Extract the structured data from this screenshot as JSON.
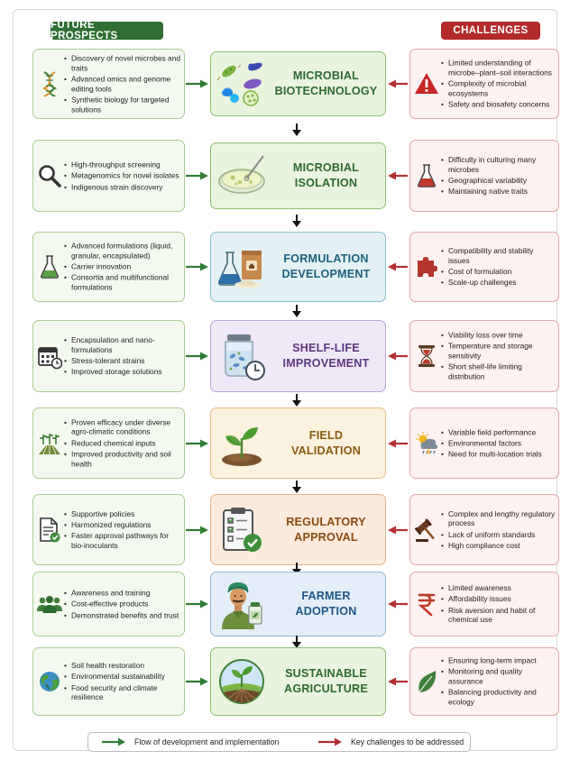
{
  "headers": {
    "left": "FUTURE PROSPECTS",
    "right": "CHALLENGES"
  },
  "colors": {
    "flow_arrow": "#2f7d32",
    "challenge_arrow": "#b23030",
    "left_border": "#a9cc92",
    "right_border": "#e4a7a7"
  },
  "rows": [
    {
      "title": [
        "MICROBIAL",
        "BIOTECHNOLOGY"
      ],
      "title_color": "#2d6a30",
      "bg": "#e9f4de",
      "border": "#8fbf73",
      "center_icon": "microbes-icon",
      "left_icon": "dna-icon",
      "right_icon": "warning-icon",
      "prospects": [
        "Discovery of novel microbes and traits",
        "Advanced omics and genome editing tools",
        "Synthetic biology for targeted solutions"
      ],
      "challenges": [
        "Limited understanding of microbe–plant–soil interactions",
        "Complexity of microbial ecosystems",
        "Safety and biosafety concerns"
      ]
    },
    {
      "title": [
        "MICROBIAL",
        "ISOLATION"
      ],
      "title_color": "#2d6a30",
      "bg": "#e9f4de",
      "border": "#8fbf73",
      "center_icon": "petri-dish-icon",
      "left_icon": "magnifier-icon",
      "right_icon": "flask-icon",
      "prospects": [
        "High-throughput screening",
        "Metagenomics for novel isolates",
        "Indigenous strain discovery"
      ],
      "challenges": [
        "Difficulty in culturing many microbes",
        "Geographical variability",
        "Maintaining native traits"
      ]
    },
    {
      "title": [
        "FORMULATION",
        "DEVELOPMENT"
      ],
      "title_color": "#1d5f7c",
      "bg": "#e3f1f4",
      "border": "#8cbfcc",
      "center_icon": "formulation-icon",
      "left_icon": "flask-icon",
      "right_icon": "puzzle-icon",
      "prospects": [
        "Advanced formulations (liquid, granular, encapsulated)",
        "Carrier innovation",
        "Consortia and multifunctional formulations"
      ],
      "challenges": [
        "Compatibility and stability issues",
        "Cost of formulation",
        "Scale-up challenges"
      ]
    },
    {
      "title": [
        "SHELF-LIFE",
        "IMPROVEMENT"
      ],
      "title_color": "#5a3880",
      "bg": "#efe8f6",
      "border": "#b9a3d3",
      "center_icon": "jar-clock-icon",
      "left_icon": "calendar-icon",
      "right_icon": "hourglass-icon",
      "prospects": [
        "Encapsulation and nano-formulations",
        "Stress-tolerant strains",
        "Improved storage solutions"
      ],
      "challenges": [
        "Viability loss over time",
        "Temperature and storage sensitivity",
        "Short shelf-life limiting distribution"
      ]
    },
    {
      "title": [
        "FIELD",
        "VALIDATION"
      ],
      "title_color": "#8a5a12",
      "bg": "#fbf1df",
      "border": "#e2c083",
      "center_icon": "seedling-icon",
      "left_icon": "crops-icon",
      "right_icon": "weather-icon",
      "prospects": [
        "Proven efficacy under diverse agro-climatic conditions",
        "Reduced chemical inputs",
        "Improved productivity and soil health"
      ],
      "challenges": [
        "Variable field performance",
        "Environmental factors",
        "Need for multi-location trials"
      ]
    },
    {
      "title": [
        "REGULATORY",
        "APPROVAL"
      ],
      "title_color": "#8a4a12",
      "bg": "#fcebdc",
      "border": "#e6b387",
      "center_icon": "clipboard-check-icon",
      "left_icon": "document-check-icon",
      "right_icon": "gavel-icon",
      "prospects": [
        "Supportive policies",
        "Harmonized regulations",
        "Faster approval pathways for bio-inoculants"
      ],
      "challenges": [
        "Complex and lengthy regulatory process",
        "Lack of uniform standards",
        "High compliance cost"
      ]
    },
    {
      "title": [
        "FARMER",
        "ADOPTION"
      ],
      "title_color": "#1f5587",
      "bg": "#e3eef8",
      "border": "#93b7d9",
      "center_icon": "farmer-icon",
      "left_icon": "people-icon",
      "right_icon": "rupee-icon",
      "prospects": [
        "Awareness and training",
        "Cost-effective products",
        "Demonstrated benefits and trust"
      ],
      "challenges": [
        "Limited awareness",
        "Affordability issues",
        "Risk aversion and habit of chemical use"
      ]
    },
    {
      "title": [
        "SUSTAINABLE",
        "AGRICULTURE"
      ],
      "title_color": "#2d6a30",
      "bg": "#e9f4de",
      "border": "#8fbf73",
      "center_icon": "globe-farm-icon",
      "left_icon": "earth-icon",
      "right_icon": "leaf-icon",
      "prospects": [
        "Soil health restoration",
        "Environmental sustainability",
        "Food security and climate resilience"
      ],
      "challenges": [
        "Ensuring long-term impact",
        "Monitoring and quality assurance",
        "Balancing productivity and ecology"
      ]
    }
  ],
  "legend": {
    "flow": "Flow of development and implementation",
    "challenges": "Key challenges to be addressed"
  }
}
